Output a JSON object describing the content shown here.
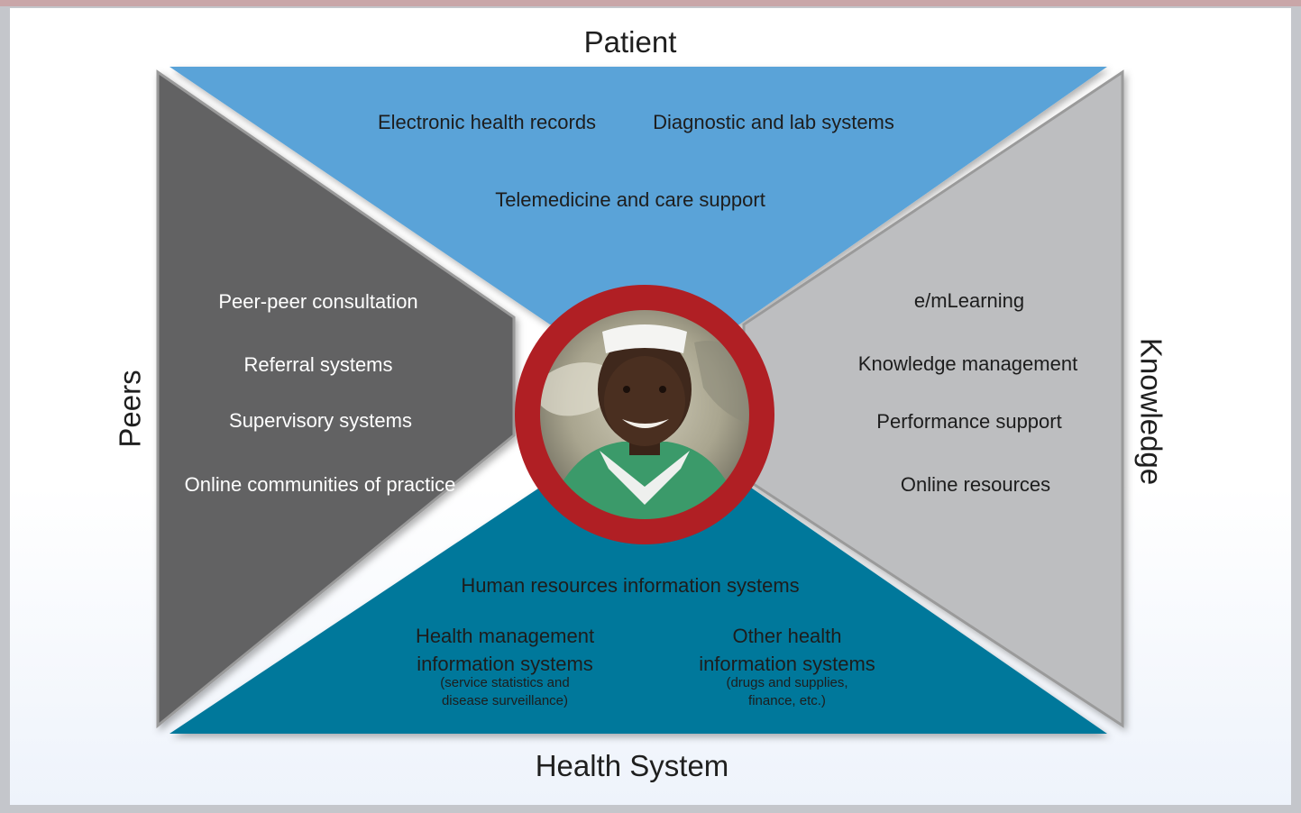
{
  "sides": {
    "top": "Patient",
    "bottom": "Health System",
    "left": "Peers",
    "right": "Knowledge"
  },
  "patient_items": [
    "Electronic health records",
    "Diagnostic and lab systems",
    "Telemedicine and care support"
  ],
  "peers_items": [
    "Peer-peer consultation",
    "Referral systems",
    "Supervisory systems",
    "Online communities of practice"
  ],
  "knowledge_items": [
    "e/mLearning",
    "Knowledge management",
    "Performance support",
    "Online resources"
  ],
  "health_system": {
    "hris": "Human resources information systems",
    "hmis_line1": "Health management",
    "hmis_line2": "information systems",
    "hmis_sub1": "(service statistics and",
    "hmis_sub2": "disease surveillance)",
    "other_line1": "Other health",
    "other_line2": "information systems",
    "other_sub1": "(drugs and supplies,",
    "other_sub2": "finance, etc.)"
  },
  "colors": {
    "patient": "#5aa3d8",
    "peers": "#626264",
    "knowledge": "#bdbec0",
    "health_system": "#04789b",
    "ring": "#b01f24"
  }
}
